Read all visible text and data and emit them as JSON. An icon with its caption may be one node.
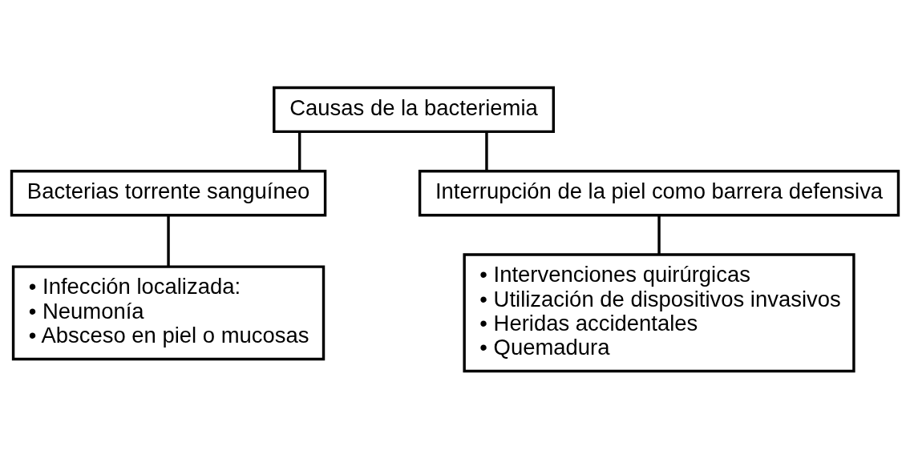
{
  "diagram": {
    "nodes": [
      {
        "text": [
          "Causas de la bacteriemia"
        ]
      },
      {
        "text": [
          "Bacterias torrente sanguíneo"
        ]
      },
      {
        "text": [
          "Interrupción de la piel como barrera defensiva"
        ]
      },
      {
        "text": [
          "• Infección localizada:",
          "• Neumonía",
          "• Absceso en piel o mucosas"
        ]
      },
      {
        "text": [
          "• Intervenciones quirúrgicas",
          "• Utilización de dispositivos invasivos",
          "• Heridas accidentales",
          "• Quemadura"
        ]
      }
    ],
    "edges": [
      {
        "from": 0,
        "to": 1,
        "arrow": "none"
      },
      {
        "from": 0,
        "to": 2,
        "arrow": "none"
      },
      {
        "from": 1,
        "to": 3,
        "arrow": "none"
      },
      {
        "from": 2,
        "to": 4,
        "arrow": "none"
      }
    ]
  }
}
